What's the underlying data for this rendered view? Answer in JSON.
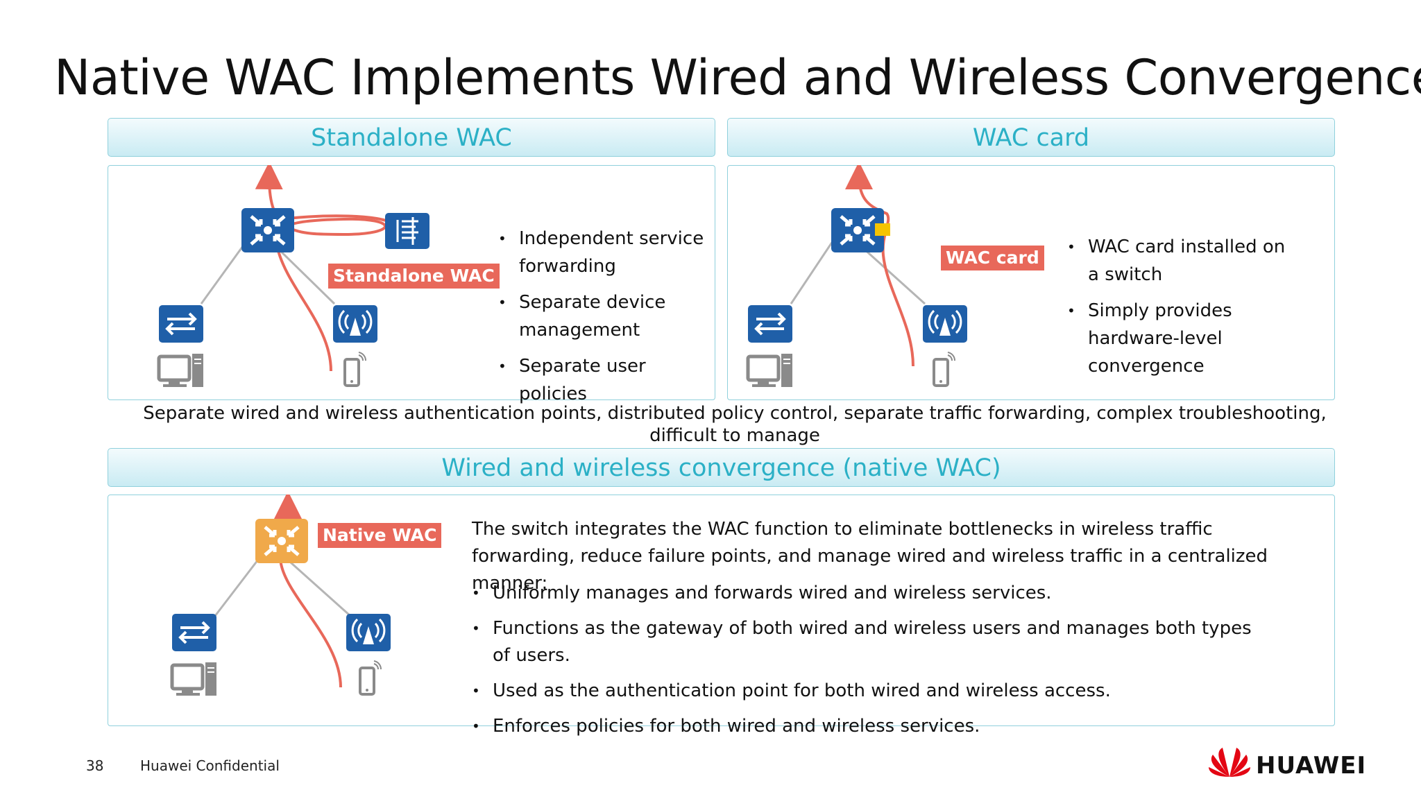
{
  "title": "Native WAC Implements Wired and Wireless Convergence",
  "sections": {
    "standalone": {
      "header": "Standalone WAC",
      "label": "Standalone WAC",
      "bullets": [
        "Independent service forwarding",
        "Separate device management",
        "Separate user policies"
      ]
    },
    "card": {
      "header": "WAC card",
      "label": "WAC card",
      "bullets": [
        "WAC card installed on a switch",
        "Simply provides hardware-level convergence"
      ]
    },
    "note": "Separate wired and wireless authentication points, distributed policy control, separate traffic forwarding, complex troubleshooting, difficult to manage",
    "native": {
      "header": "Wired and wireless convergence (native WAC)",
      "label": "Native WAC",
      "intro": "The switch integrates the WAC function to eliminate bottlenecks in wireless traffic forwarding, reduce failure points, and manage wired and wireless traffic in a centralized manner:",
      "bullets": [
        "Uniformly manages and forwards wired and wireless services.",
        "Functions as the gateway of both wired and wireless users and manages both types of users.",
        "Used as the authentication point for both wired and wireless access.",
        "Enforces policies for both wired and wireless services."
      ]
    }
  },
  "footer": {
    "page": "38",
    "confidential": "Huawei Confidential",
    "brand": "HUAWEI"
  },
  "colors": {
    "accent": "#2bb0c6",
    "label": "#e8685a",
    "device": "#1f5fa8",
    "native_switch": "#f0a94a"
  },
  "icons": [
    "core-switch-icon",
    "access-switch-icon",
    "ap-icon",
    "pc-icon",
    "phone-icon",
    "wac-icon"
  ]
}
